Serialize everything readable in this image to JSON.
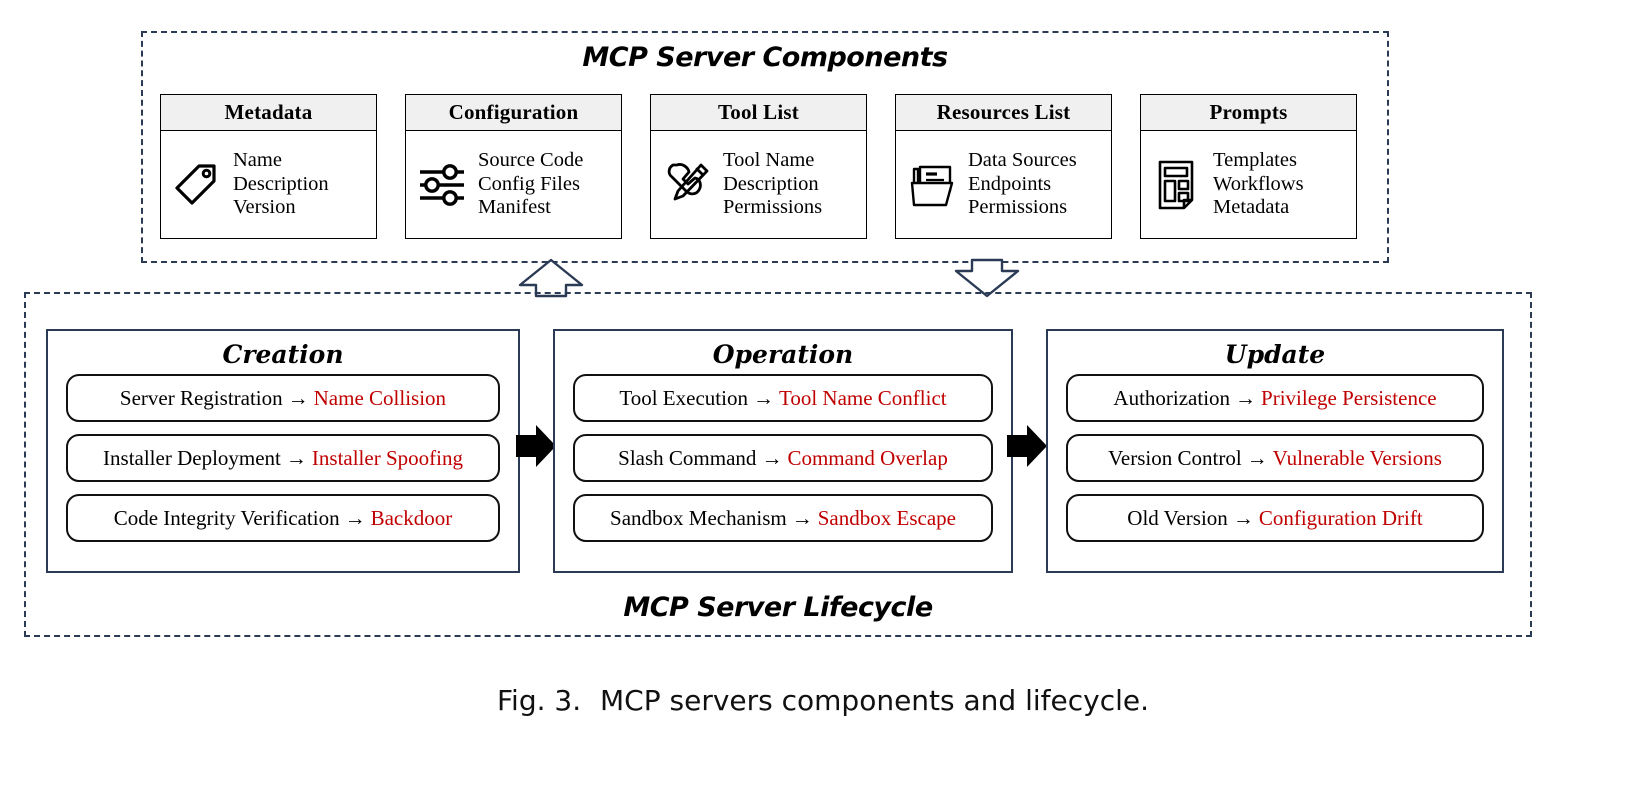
{
  "figure": {
    "caption_label": "Fig. 3.",
    "caption_text": "MCP servers components and lifecycle."
  },
  "components_section": {
    "title": "MCP Server Components",
    "cards": [
      {
        "header": "Metadata",
        "icon": "tag-icon",
        "items": [
          "Name",
          "Description",
          "Version"
        ]
      },
      {
        "header": "Configuration",
        "icon": "sliders-icon",
        "items": [
          "Source Code",
          "Config Files",
          "Manifest"
        ]
      },
      {
        "header": "Tool List",
        "icon": "tools-icon",
        "items": [
          "Tool Name",
          "Description",
          "Permissions"
        ]
      },
      {
        "header": "Resources List",
        "icon": "folder-documents-icon",
        "items": [
          "Data Sources",
          "Endpoints",
          "Permissions"
        ]
      },
      {
        "header": "Prompts",
        "icon": "template-document-icon",
        "items": [
          "Templates",
          "Workflows",
          "Metadata"
        ]
      }
    ]
  },
  "lifecycle_section": {
    "title": "MCP Server Lifecycle",
    "stages": [
      {
        "name": "Creation",
        "rows": [
          {
            "safe": "Server Registration",
            "arrow": "→",
            "risk": "Name Collision"
          },
          {
            "safe": "Installer Deployment",
            "arrow": "→",
            "risk": "Installer Spoofing"
          },
          {
            "safe": "Code Integrity Verification",
            "arrow": "→",
            "risk": "Backdoor"
          }
        ]
      },
      {
        "name": "Operation",
        "rows": [
          {
            "safe": "Tool Execution",
            "arrow": "→",
            "risk": "Tool Name Conflict"
          },
          {
            "safe": "Slash Command",
            "arrow": "→",
            "risk": "Command Overlap"
          },
          {
            "safe": "Sandbox Mechanism",
            "arrow": "→",
            "risk": "Sandbox Escape"
          }
        ]
      },
      {
        "name": "Update",
        "rows": [
          {
            "safe": "Authorization",
            "arrow": "→",
            "risk": "Privilege Persistence"
          },
          {
            "safe": "Version Control",
            "arrow": "→",
            "risk": "Vulnerable Versions"
          },
          {
            "safe": "Old Version",
            "arrow": "→",
            "risk": "Configuration Drift"
          }
        ]
      }
    ]
  },
  "connectors": {
    "up_arrow": "hollow-up-arrow",
    "down_arrow": "hollow-down-arrow",
    "stage_arrow_1": "solid-right-arrow",
    "stage_arrow_2": "solid-right-arrow"
  },
  "colors": {
    "risk_text": "#C00000",
    "dashed_border": "#2b3a55",
    "stage_border": "#2b3a55",
    "card_header_bg": "#f0f0f0",
    "pill_border": "#111111",
    "background": "#ffffff"
  }
}
